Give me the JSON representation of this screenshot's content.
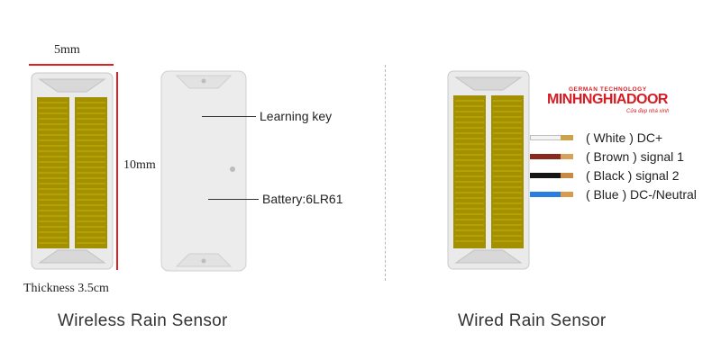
{
  "dimensions": {
    "width": "5mm",
    "height": "10mm",
    "thickness": "Thickness 3.5cm"
  },
  "callouts": {
    "learning_key": "Learning key",
    "battery": "Battery:6LR61"
  },
  "wires": [
    {
      "label": "( White ) DC+",
      "color": "#f4f4f4"
    },
    {
      "label": "( Brown ) signal 1",
      "color": "#8a2a1e"
    },
    {
      "label": "( Black ) signal 2",
      "color": "#151515"
    },
    {
      "label": "( Blue ) DC-/Neutral",
      "color": "#2a7de1"
    }
  ],
  "logo": {
    "top": "GERMAN TECHNOLOGY",
    "main": "MINHNGHIADOOR",
    "sub": "Cửa đẹp nhà xinh"
  },
  "captions": {
    "wireless": "Wireless Rain Sensor",
    "wired": "Wired Rain Sensor"
  }
}
